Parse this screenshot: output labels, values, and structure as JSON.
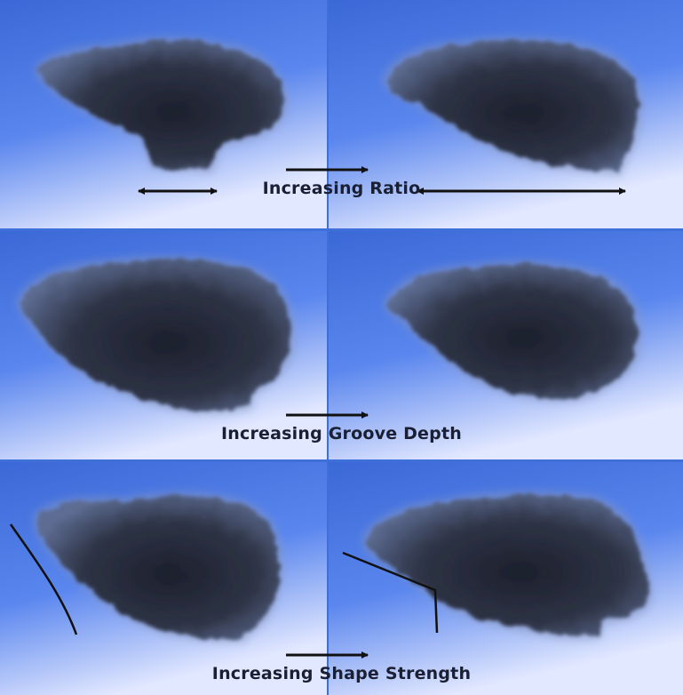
{
  "rows": [
    {
      "caption": "Increasing Ratio"
    },
    {
      "caption": "Increasing Groove Depth"
    },
    {
      "caption": "Increasing Shape Strength"
    }
  ],
  "colors": {
    "sky_top": "#3a68d6",
    "sky_bottom": "#dfe6ff",
    "cloud_dark": "#202432",
    "cloud_edge": "#8a9bc4",
    "annotation": "#111111"
  }
}
